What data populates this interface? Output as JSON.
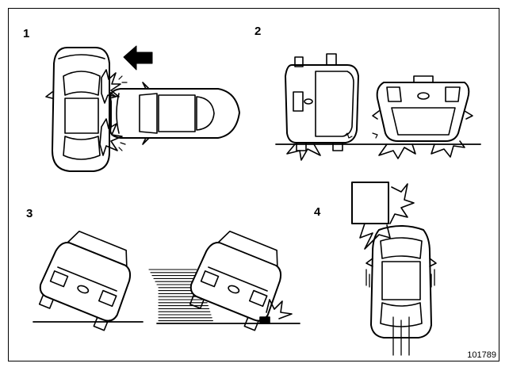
{
  "panels": [
    {
      "number": "1",
      "scene": "side-impact"
    },
    {
      "number": "2",
      "scene": "rollover"
    },
    {
      "number": "3",
      "scene": "tilting-and-undercarriage-impact"
    },
    {
      "number": "4",
      "scene": "frontal-impact-with-object"
    }
  ],
  "figure_id": "101789",
  "colors": {
    "ink": "#000000",
    "paper": "#ffffff"
  }
}
